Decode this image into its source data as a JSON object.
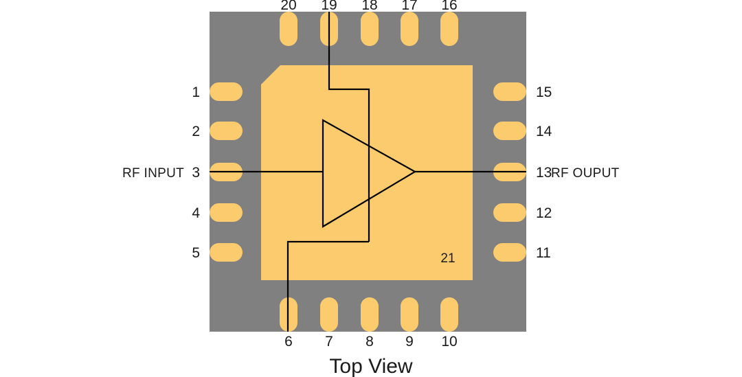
{
  "diagram": {
    "caption": "Top View",
    "package": {
      "body_color": "#808080",
      "pad_color": "#FCCB6E",
      "trace_color": "#000000",
      "background_color": "#FFFFFF"
    },
    "exposed_paddle": {
      "number": "21"
    },
    "io_labels": {
      "input": "RF INPUT",
      "output": "RF OUPUT"
    },
    "pins": {
      "left": [
        "1",
        "2",
        "3",
        "4",
        "5"
      ],
      "bottom": [
        "6",
        "7",
        "8",
        "9",
        "10"
      ],
      "right": [
        "11",
        "12",
        "13",
        "14",
        "15"
      ],
      "top": [
        "16",
        "17",
        "18",
        "19",
        "20"
      ]
    },
    "symbols": {
      "amplifier": "amplifier-triangle"
    }
  }
}
